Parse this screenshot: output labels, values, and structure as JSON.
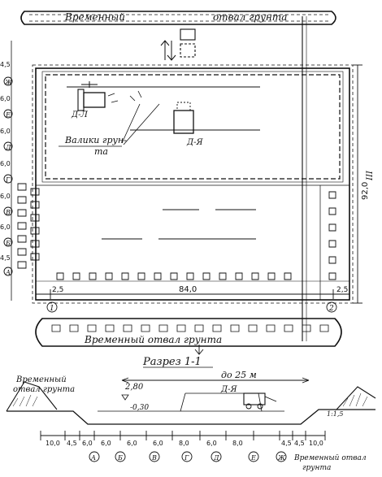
{
  "labels": {
    "top_spoil_left": "Временный",
    "top_spoil_right": "отвал грунта",
    "bottom_spoil": "Временный отвал грунта",
    "windrows_line1": "Валики грун-",
    "windrows_line2": "та",
    "machine_left": "Д-Л",
    "machine_right": "Д-Я",
    "dim_total_width": "84,0",
    "dim_total_length": "92,0",
    "dim_left_margin": "2,5",
    "dim_right_margin": "2,5",
    "grid_axis_1": "1",
    "grid_axis_2": "2",
    "side_mark_roman": "III",
    "section_title": "Разрез 1-1",
    "section_distance": "до 25 м",
    "section_level_top": "2,80",
    "section_level_low": "-0,30",
    "section_slope": "1:1,5",
    "section_machine": "Д-Я",
    "section_spoil_left_1": "Временный",
    "section_spoil_left_2": "отвал грунта",
    "section_spoil_right_1": "Временный отвал",
    "section_spoil_right_2": "грунта"
  },
  "section_dims": [
    "10,0",
    "4,5",
    "6,0",
    "6,0",
    "6,0",
    "6,0",
    "8,0",
    "6,0",
    "8,0",
    "4,5",
    "4,5",
    "10,0"
  ],
  "section_axes": [
    "А",
    "Б",
    "В",
    "Г",
    "Д",
    "Е",
    "Ж"
  ],
  "plan_rows": [
    {
      "letter": "Ж",
      "dim": "4,5"
    },
    {
      "letter": "Е",
      "dim": "6,0"
    },
    {
      "letter": "Д",
      "dim": "6,0"
    },
    {
      "letter": "Г",
      "dim": "6,0"
    },
    {
      "letter": "В",
      "dim": "6,0"
    },
    {
      "letter": "Б",
      "dim": "6,0"
    },
    {
      "letter": "А",
      "dim": "4,5"
    }
  ]
}
